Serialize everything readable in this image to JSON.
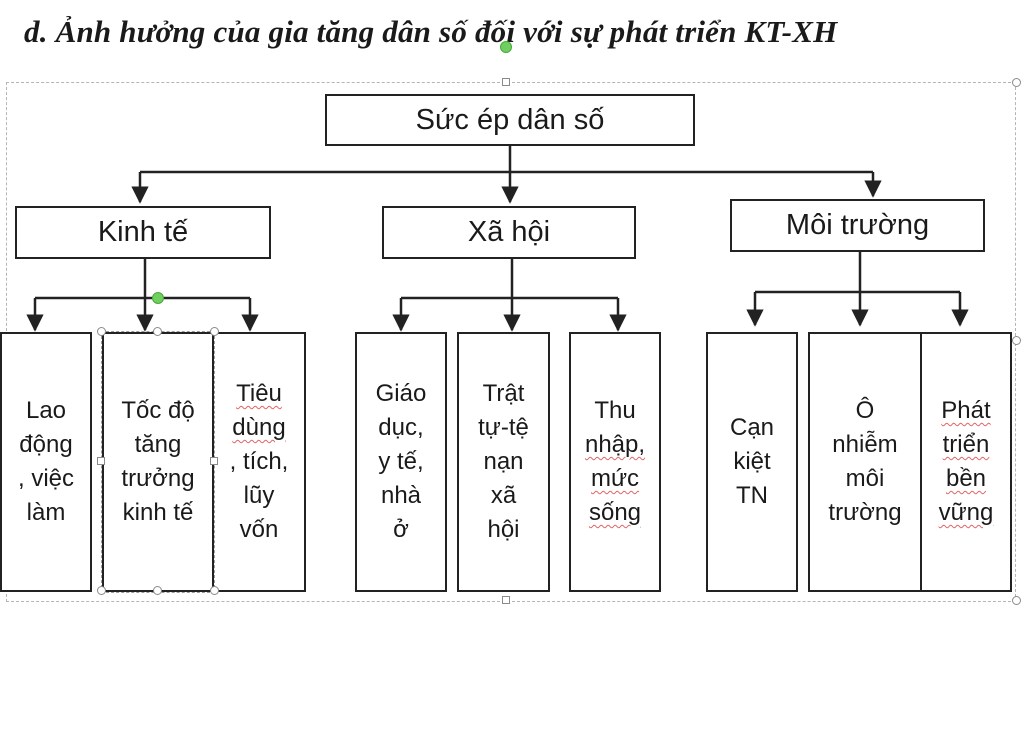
{
  "title": "d. Ảnh hưởng của gia tăng dân số đối với sự phát triển KT-XH",
  "root": "Sức ép dân số",
  "categories": [
    {
      "label": "Kinh tế",
      "items": [
        {
          "lines": [
            "Lao",
            "động",
            ", việc",
            "làm"
          ]
        },
        {
          "lines": [
            "Tốc độ",
            "tăng",
            "trưởng",
            "kinh tế"
          ]
        },
        {
          "lines": [
            "Tiêu",
            "dùng",
            ", tích,",
            "lũy",
            "vốn"
          ]
        }
      ]
    },
    {
      "label": "Xã hội",
      "items": [
        {
          "lines": [
            "Giáo",
            "dục,",
            "y tế,",
            "nhà",
            "ở"
          ]
        },
        {
          "lines": [
            "Trật",
            "tự-tệ",
            "nạn",
            "xã",
            "hội"
          ]
        },
        {
          "lines": [
            "Thu",
            "nhập,",
            "mức",
            "sống"
          ]
        }
      ]
    },
    {
      "label": "Môi trường",
      "items": [
        {
          "lines": [
            "Cạn",
            "kiệt",
            "TN"
          ]
        },
        {
          "lines": [
            "Ô",
            "nhiễm",
            "môi",
            "trường"
          ]
        },
        {
          "lines": [
            "Phát",
            "triển",
            "bền",
            "vững"
          ]
        }
      ]
    }
  ]
}
